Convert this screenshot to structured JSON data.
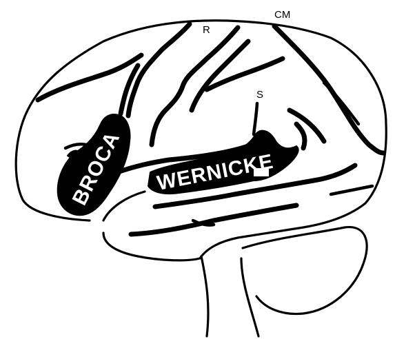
{
  "diagram": {
    "regions": [
      {
        "id": "broca",
        "label": "BROCA"
      },
      {
        "id": "wernicke",
        "label": "WERNICKE"
      }
    ],
    "sulcus_labels": [
      {
        "id": "r",
        "label": "R"
      },
      {
        "id": "cm",
        "label": "CM"
      },
      {
        "id": "s",
        "label": "S"
      }
    ],
    "colors": {
      "ink": "#000000",
      "paper": "#ffffff"
    }
  }
}
